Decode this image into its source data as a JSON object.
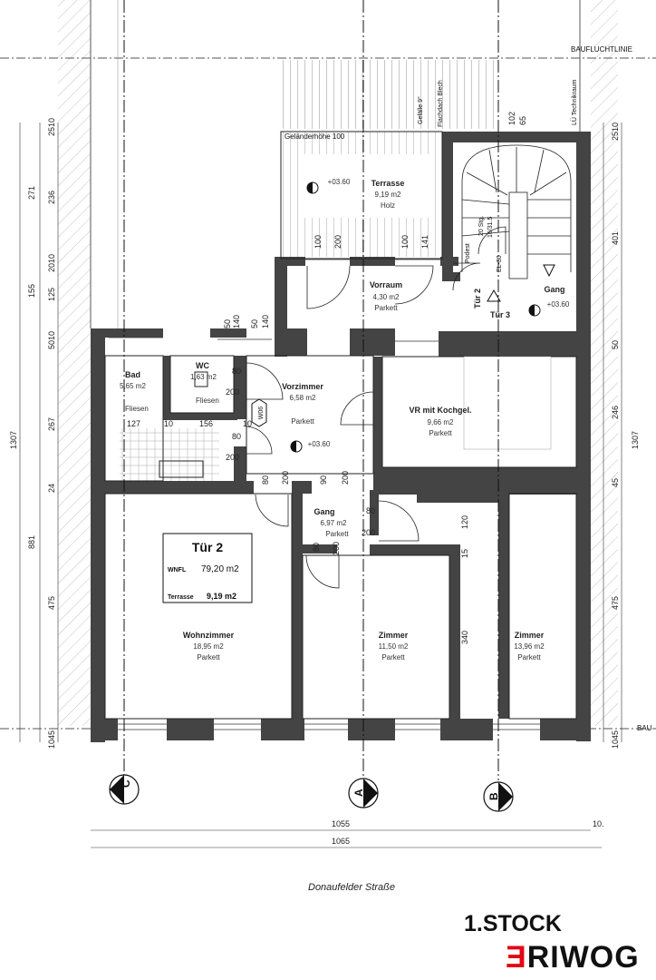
{
  "floor": "1.STOCK",
  "street": "Donaufelder Straße",
  "brand": {
    "accent": "Ǝ",
    "rest": "RIWOG",
    "accent_color": "#e30613"
  },
  "baufluchtlinie": "BAUFLUCHTLINIE",
  "bau_cut": "BAU",
  "terrace_note": {
    "railing": "Geländerhöhe 100",
    "slope": "Gefälle 9°",
    "roof": "Flachdach Blech",
    "tech": "LÜ Technikraum"
  },
  "stairs_note": {
    "steps": "20 Stg.",
    "ratio": "16/31.5",
    "podest": "Podest",
    "up": "EL-30"
  },
  "apartment": {
    "title": "Tür 2",
    "wnfl_label": "WNFL",
    "wnfl_value": "79,20 m2",
    "terrace_label": "Terrasse",
    "terrace_value": "9,19 m2"
  },
  "rooms": {
    "terrasse": {
      "name": "Terrasse",
      "area": "9,19 m2",
      "floor": "Holz"
    },
    "vorraum": {
      "name": "Vorraum",
      "area": "4,30 m2",
      "floor": "Parkett"
    },
    "gang_top": {
      "name": "Gang",
      "level": "+03.60"
    },
    "tuer2": {
      "name": "Tür 2"
    },
    "tuer3": {
      "name": "Tür 3"
    },
    "bad": {
      "name": "Bad",
      "area": "5,65 m2",
      "floor": "Fliesen"
    },
    "wc": {
      "name": "WC",
      "area": "1,63 m2",
      "floor": "Fliesen"
    },
    "vorzimmer": {
      "name": "Vorzimmer",
      "area": "6,58 m2",
      "floor": "Parkett",
      "level": "+03.60"
    },
    "vr": {
      "name": "VR mit Kochgel.",
      "area": "9,66 m2",
      "floor": "Parkett"
    },
    "gang_mid": {
      "name": "Gang",
      "area": "6,97 m2",
      "floor": "Parkett"
    },
    "wohnzimmer": {
      "name": "Wohnzimmer",
      "area": "18,95 m2",
      "floor": "Parkett"
    },
    "zimmer1": {
      "name": "Zimmer",
      "area": "11,50 m2",
      "floor": "Parkett"
    },
    "zimmer2": {
      "name": "Zimmer",
      "area": "13,96 m2",
      "floor": "Parkett"
    }
  },
  "level_terrasse": "+03.60",
  "axes": {
    "c": "C",
    "a": "A",
    "b": "B"
  },
  "w06": "W06",
  "dims_left": [
    "2510",
    "271",
    "236",
    "2010",
    "155",
    "125",
    "5010",
    "267",
    "24",
    "881",
    "475",
    "1045",
    "1307"
  ],
  "dims_right": [
    "2510",
    "401",
    "50",
    "246",
    "45",
    "475",
    "1045",
    "1307"
  ],
  "dims_bottom": {
    "inner": "1055",
    "outer": "1065",
    "ten": "10."
  },
  "door_dims": [
    "100",
    "200",
    "100",
    "141",
    "80",
    "200",
    "80",
    "200",
    "80",
    "200",
    "90",
    "200",
    "80",
    "200",
    "80",
    "200",
    "120",
    "15",
    "340",
    "127",
    "10",
    "156",
    "10",
    "50",
    "140",
    "50",
    "140",
    "102",
    "65"
  ]
}
